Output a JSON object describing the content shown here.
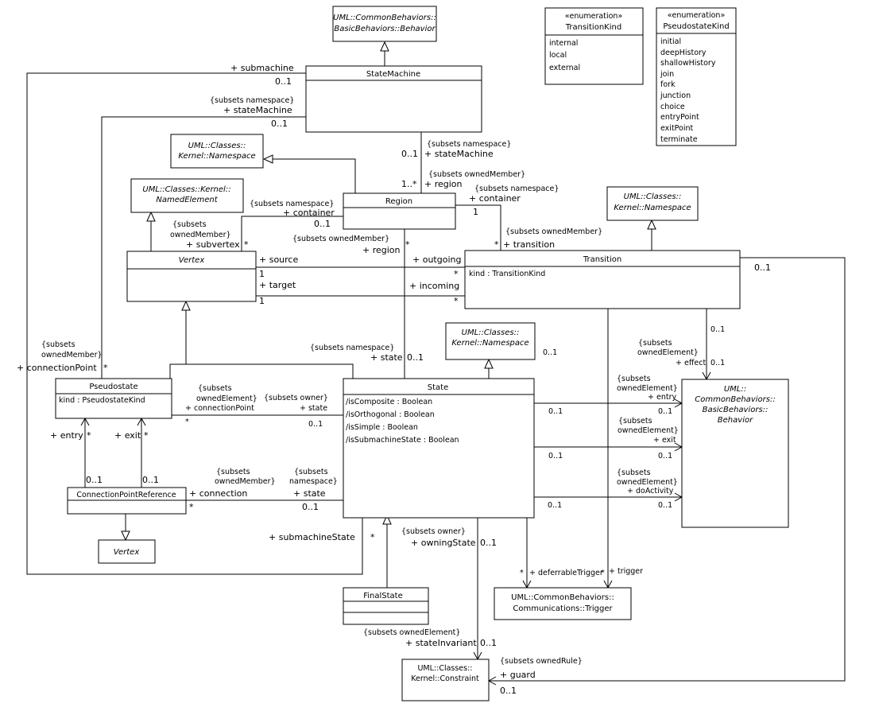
{
  "classes": {
    "behavior_top": {
      "name": [
        "UML::CommonBehaviors::",
        "BasicBehaviors::Behavior"
      ]
    },
    "enum_transitionkind": {
      "stereotype": "«enumeration»",
      "name": "TransitionKind",
      "literals": [
        "internal",
        "local",
        "external"
      ]
    },
    "enum_pseudostatekind": {
      "stereotype": "«enumeration»",
      "name": "PseudostateKind",
      "literals": [
        "initial",
        "deepHistory",
        "shallowHistory",
        "join",
        "fork",
        "junction",
        "choice",
        "entryPoint",
        "exitPoint",
        "terminate"
      ]
    },
    "statemachine": {
      "name": "StateMachine"
    },
    "namespace_left": {
      "name": [
        "UML::Classes::",
        "Kernel::Namespace"
      ]
    },
    "namedelement": {
      "name": [
        "UML::Classes::Kernel::",
        "NamedElement"
      ]
    },
    "region": {
      "name": "Region"
    },
    "namespace_right": {
      "name": [
        "UML::Classes::",
        "Kernel::Namespace"
      ]
    },
    "vertex": {
      "name": "Vertex"
    },
    "transition": {
      "name": "Transition",
      "attributes": [
        "kind : TransitionKind"
      ]
    },
    "namespace_state": {
      "name": [
        "UML::Classes::",
        "Kernel::Namespace"
      ]
    },
    "state": {
      "name": "State",
      "attributes": [
        "/isComposite : Boolean",
        "/isOrthogonal : Boolean",
        "/isSimple : Boolean",
        "/isSubmachineState : Boolean"
      ]
    },
    "pseudostate": {
      "name": "Pseudostate",
      "attributes": [
        "kind : PseudostateKind"
      ]
    },
    "behavior_right": {
      "name": [
        "UML::",
        "CommonBehaviors::",
        "BasicBehaviors::",
        "Behavior"
      ]
    },
    "cpr": {
      "name": "ConnectionPointReference"
    },
    "vertex_small": {
      "name": "Vertex"
    },
    "finalstate": {
      "name": "FinalState"
    },
    "trigger": {
      "name": [
        "UML::CommonBehaviors::",
        "Communications::Trigger"
      ]
    },
    "constraint": {
      "name": [
        "UML::Classes::",
        "Kernel::Constraint"
      ]
    }
  },
  "labels": {
    "submachine": "+ submachine",
    "submachine_mult": "0..1",
    "sm_ns_subsets": "{subsets namespace}",
    "sm_ns_role": "+ stateMachine",
    "sm_ns_mult": "0..1",
    "reg_sm_subsets": "{subsets namespace}",
    "reg_sm_role": "+ stateMachine",
    "reg_sm_mult": "0..1",
    "reg_om_subsets": "{subsets ownedMember}",
    "reg_om_role": "+ region",
    "reg_om_mult": "1..*",
    "reg_cont_subsets": "{subsets namespace}",
    "reg_cont_role": "+ container",
    "reg_cont_mult": "0..1",
    "subv_subsets1": "{subsets",
    "subv_subsets2": "ownedMember}",
    "subv_role": "+ subvertex",
    "subv_mult": "*",
    "reg_tr_cont_subsets": "{subsets namespace}",
    "reg_tr_cont_role": "+ container",
    "reg_tr_cont_mult": "1",
    "tr_om_subsets": "{subsets ownedMember}",
    "tr_om_role": "+ transition",
    "tr_om_mult": "*",
    "state_region_subsets": "{subsets ownedMember}",
    "state_region_role": "+ region",
    "state_region_mult": "*",
    "source_role": "+ source",
    "source_mult": "1",
    "outgoing_role": "+ outgoing",
    "outgoing_mult": "*",
    "target_role": "+ target",
    "target_mult": "1",
    "incoming_role": "+ incoming",
    "incoming_mult": "*",
    "eff_subsets1": "{subsets",
    "eff_subsets2": "ownedElement}",
    "eff_role": "+ effect",
    "eff_mult1": "0..1",
    "eff_mult2": "0..1",
    "cp_subsets1": "{subsets",
    "cp_subsets2": "ownedMember}",
    "cp_role": "+ connectionPoint",
    "cp_mult": "*",
    "state_ns_subsets": "{subsets namespace}",
    "state_ns_role": "+ state",
    "state_ns_mult": "0..1",
    "state_ns_mult2": "0..1",
    "pcp_subsets1": "{subsets",
    "pcp_subsets2": "ownedElement}",
    "pcp_role": "+ connectionPoint",
    "pcp_mult": "*",
    "pst_owner": "{subsets owner}",
    "pst_role": "+ state",
    "pst_mult": "0..1",
    "entry_subsets1": "{subsets",
    "entry_subsets2": "ownedElement}",
    "entry_role": "+ entry",
    "entry_mult_a": "0..1",
    "entry_mult_b": "0..1",
    "exit_subsets1": "{subsets",
    "exit_subsets2": "ownedElement}",
    "exit_role": "+ exit",
    "exit_mult_a": "0..1",
    "exit_mult_b": "0..1",
    "do_subsets1": "{subsets",
    "do_subsets2": "ownedElement}",
    "do_role": "+ doActivity",
    "do_mult_a": "0..1",
    "do_mult_b": "0..1",
    "cpr_entry_role": "+ entry",
    "cpr_entry_mult": "*",
    "cpr_entry_mult2": "0..1",
    "cpr_exit_role": "+ exit",
    "cpr_exit_mult": "*",
    "cpr_exit_mult2": "0..1",
    "conn_subsets1": "{subsets",
    "conn_subsets2": "ownedMember}",
    "conn_role": "+ connection",
    "conn_mult": "*",
    "cstate_subsets1": "{subsets",
    "cstate_subsets2": "namespace}",
    "cstate_role": "+ state",
    "cstate_mult": "0..1",
    "submachine_state_role": "+ submachineState",
    "submachine_state_mult": "*",
    "owning_subsets": "{subsets owner}",
    "owning_role": "+ owningState",
    "owning_mult": "0..1",
    "deferrable_role": "+ deferrableTrigger",
    "deferrable_mult": "*",
    "deferrable_mult2": "*",
    "trigger_role": "+ trigger",
    "si_subsets": "{subsets ownedElement}",
    "si_role": "+ stateInvariant",
    "si_mult": "0..1",
    "guard_subsets": "{subsets ownedRule}",
    "guard_role": "+ guard",
    "guard_mult": "0..1",
    "guard_mult2": "0..1"
  }
}
